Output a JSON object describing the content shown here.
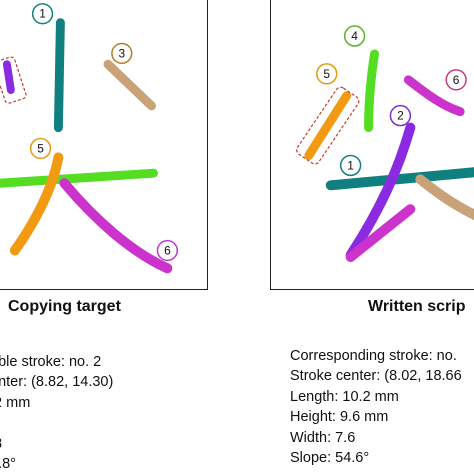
{
  "left_panel": {
    "caption": "Copying target",
    "stroke_numbers": [
      {
        "label": "1",
        "color": "#0f7f7f"
      },
      {
        "label": "3",
        "color": "#b07d2a"
      },
      {
        "label": "5",
        "color": "#e39a12"
      },
      {
        "label": "6",
        "color": "#b53ad6"
      }
    ],
    "info_lines": [
      "able stroke: no. 2",
      "enter: (8.82, 14.30)",
      ".2 mm",
      "",
      ".8",
      "4.8°"
    ]
  },
  "right_panel": {
    "caption": "Written scrip",
    "stroke_numbers": [
      {
        "label": "1",
        "color": "#0f7f7f"
      },
      {
        "label": "2",
        "color": "#7a2ccf"
      },
      {
        "label": "4",
        "color": "#5fb02a"
      },
      {
        "label": "5",
        "color": "#e39a12"
      },
      {
        "label": "6",
        "color": "#c43a7a"
      }
    ],
    "info_lines": [
      "Corresponding stroke: no.",
      "Stroke center: (8.02, 18.66",
      "Length: 10.2 mm",
      "Height: 9.6 mm",
      "Width: 7.6",
      "Slope: 54.6°"
    ]
  },
  "colors": {
    "teal": "#0f7f7f",
    "purple": "#8a2be2",
    "magenta": "#cc33cc",
    "orange": "#f29a12",
    "green": "#55dd22",
    "tan": "#c9a27a",
    "highlight_box": "#c0392b"
  }
}
